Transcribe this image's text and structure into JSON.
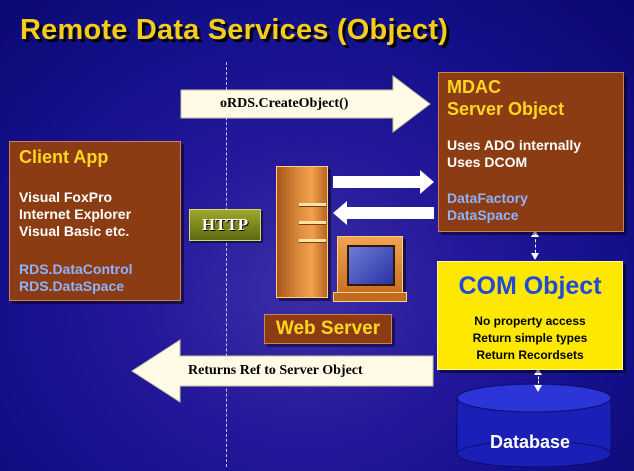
{
  "title": "Remote Data Services (Object)",
  "client_app": {
    "header": "Client App",
    "items": [
      "Visual FoxPro",
      "Internet Explorer",
      "Visual Basic etc."
    ],
    "rds_items": [
      "RDS.DataControl",
      "RDS.DataSpace"
    ]
  },
  "mdac": {
    "header_line1": "MDAC",
    "header_line2": "Server Object",
    "uses": [
      "Uses ADO internally",
      "Uses DCOM"
    ],
    "objects": [
      "DataFactory",
      "DataSpace"
    ]
  },
  "arrows": {
    "create_object": "oRDS.CreateObject()",
    "returns_ref": "Returns Ref to Server Object"
  },
  "http_label": "HTTP",
  "web_server_label": "Web Server",
  "com_object": {
    "title": "COM Object",
    "lines": [
      "No property access",
      "Return simple types",
      "Return Recordsets"
    ]
  },
  "database_label": "Database",
  "colors": {
    "title": "#f5cc1b",
    "box_brown": "#8b3c13",
    "header_yellow": "#ffd61f",
    "rds_blue": "#8fb2ff",
    "com_yellow": "#ffe800",
    "com_title_blue": "#1f4ad9",
    "database_blue": "#1a1fb8",
    "arrow_fill": "#fffbe6"
  }
}
